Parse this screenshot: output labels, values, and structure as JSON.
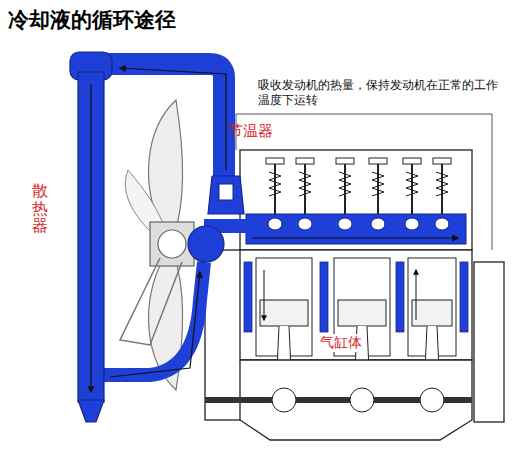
{
  "diagram": {
    "title": "冷却液的循环途径",
    "labels": [
      "吸收发动机的热量，保持发动机在正常的工作温度下运转",
      "节温器",
      "散热器",
      "气缸体"
    ]
  }
}
